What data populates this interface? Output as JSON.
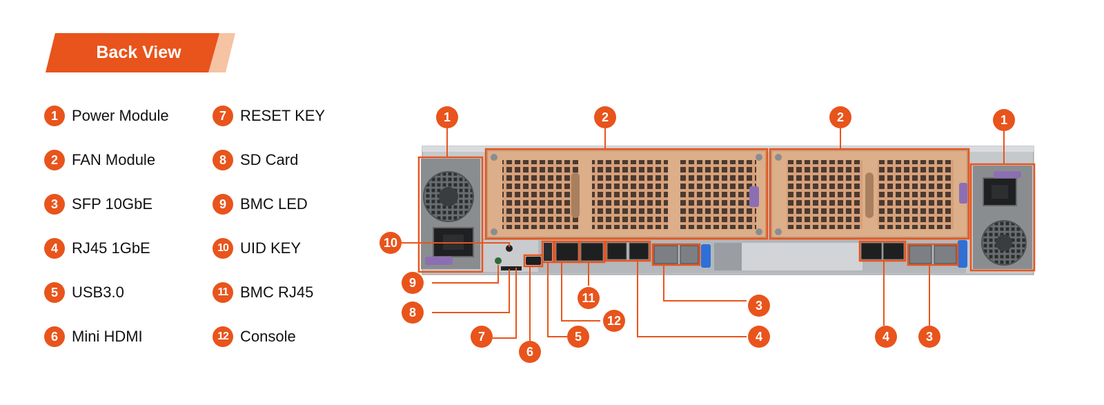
{
  "title": "Back View",
  "legend": [
    {
      "num": "1",
      "label": "Power Module"
    },
    {
      "num": "2",
      "label": "FAN Module"
    },
    {
      "num": "3",
      "label": "SFP 10GbE"
    },
    {
      "num": "4",
      "label": "RJ45 1GbE"
    },
    {
      "num": "5",
      "label": "USB3.0"
    },
    {
      "num": "6",
      "label": "Mini HDMI"
    },
    {
      "num": "7",
      "label": "RESET KEY"
    },
    {
      "num": "8",
      "label": "SD Card"
    },
    {
      "num": "9",
      "label": "BMC LED"
    },
    {
      "num": "10",
      "label": "UID KEY"
    },
    {
      "num": "11",
      "label": "BMC RJ45"
    },
    {
      "num": "12",
      "label": "Console"
    }
  ],
  "callouts": [
    "1",
    "2",
    "2",
    "1",
    "10",
    "9",
    "8",
    "7",
    "6",
    "5",
    "11",
    "12",
    "4",
    "3",
    "4",
    "3"
  ],
  "colors": {
    "accent": "#e8541c",
    "accent_light": "#f6c3a3",
    "chassis": "#b9bcc0",
    "fan_tray": "#d9a47c"
  }
}
